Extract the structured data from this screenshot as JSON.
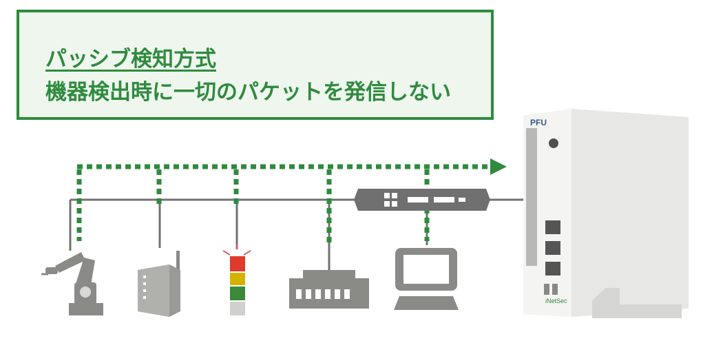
{
  "callout": {
    "title": "パッシブ検知方式",
    "subtitle": "機器検出時に一切のパケットを発信しない"
  },
  "appliance": {
    "logo": "PFU",
    "badge": "iNetSec"
  },
  "colors": {
    "accent_green": "#2f8a3e",
    "callout_bg": "#eef6ee",
    "network_line": "#707070",
    "device_gray": "#8a8a86"
  },
  "devices": [
    {
      "icon": "industrial-robot-icon"
    },
    {
      "icon": "wireless-router-icon"
    },
    {
      "icon": "signal-tower-light-icon"
    },
    {
      "icon": "network-device-icon"
    },
    {
      "icon": "pc-monitor-icon"
    }
  ],
  "switch": {
    "icon": "network-switch-icon"
  }
}
